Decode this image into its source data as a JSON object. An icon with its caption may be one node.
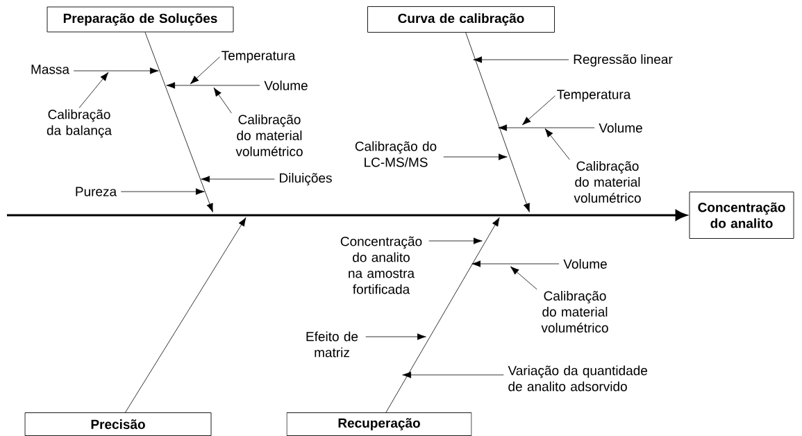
{
  "diagram": {
    "nodes": [
      {
        "text": [
          "Preparação de Soluções"
        ]
      },
      {
        "text": [
          "Curva de calibração"
        ]
      },
      {
        "text": [
          "Massa"
        ]
      },
      {
        "text": [
          "Temperatura"
        ]
      },
      {
        "text": [
          "Volume"
        ]
      },
      {
        "text": [
          "Calibração da balança"
        ]
      },
      {
        "text": [
          "Calibração do material volumétrico"
        ]
      },
      {
        "text": [
          "Regressão linear"
        ]
      },
      {
        "text": [
          "Temperatura"
        ]
      },
      {
        "text": [
          "Volume"
        ]
      },
      {
        "text": [
          "Calibração do LC-MS/MS"
        ]
      },
      {
        "text": [
          "Calibração do material volumétrico"
        ]
      },
      {
        "text": [
          "Diluições"
        ]
      },
      {
        "text": [
          "Pureza"
        ]
      },
      {
        "text": [
          "Concentração do analito"
        ]
      },
      {
        "text": [
          "Concentração do analito na amostra fortificada"
        ]
      },
      {
        "text": [
          "Volume"
        ]
      },
      {
        "text": [
          "Calibração do material volumétrico"
        ]
      },
      {
        "text": [
          "Efeito de matriz"
        ]
      },
      {
        "text": [
          "Variação da quantidade de analito adsorvido"
        ]
      },
      {
        "text": [
          "Precisão"
        ]
      },
      {
        "text": [
          "Recuperação"
        ]
      }
    ],
    "edges": [
      {
        "from": null,
        "to": 14,
        "arrow": "to",
        "style": "thick"
      },
      {
        "from": 0,
        "to": null,
        "arrow": "to"
      },
      {
        "from": 1,
        "to": null,
        "arrow": "to"
      },
      {
        "from": 20,
        "to": null,
        "arrow": "to"
      },
      {
        "from": 21,
        "to": null,
        "arrow": "to"
      },
      {
        "from": 2,
        "to": null,
        "arrow": "to"
      },
      {
        "from": 3,
        "to": null,
        "arrow": "to"
      },
      {
        "from": 4,
        "to": null,
        "arrow": "to"
      },
      {
        "from": 5,
        "to": null,
        "arrow": "to"
      },
      {
        "from": 6,
        "to": null,
        "arrow": "to"
      },
      {
        "from": 7,
        "to": null,
        "arrow": "to"
      },
      {
        "from": 8,
        "to": null,
        "arrow": "to"
      },
      {
        "from": 9,
        "to": null,
        "arrow": "to"
      },
      {
        "from": 10,
        "to": null,
        "arrow": "to"
      },
      {
        "from": 11,
        "to": null,
        "arrow": "to"
      },
      {
        "from": 12,
        "to": null,
        "arrow": "to"
      },
      {
        "from": 13,
        "to": null,
        "arrow": "to"
      },
      {
        "from": 15,
        "to": null,
        "arrow": "to"
      },
      {
        "from": 16,
        "to": null,
        "arrow": "to"
      },
      {
        "from": 17,
        "to": null,
        "arrow": "to"
      },
      {
        "from": 18,
        "to": null,
        "arrow": "to"
      },
      {
        "from": 19,
        "to": null,
        "arrow": "to"
      }
    ]
  }
}
